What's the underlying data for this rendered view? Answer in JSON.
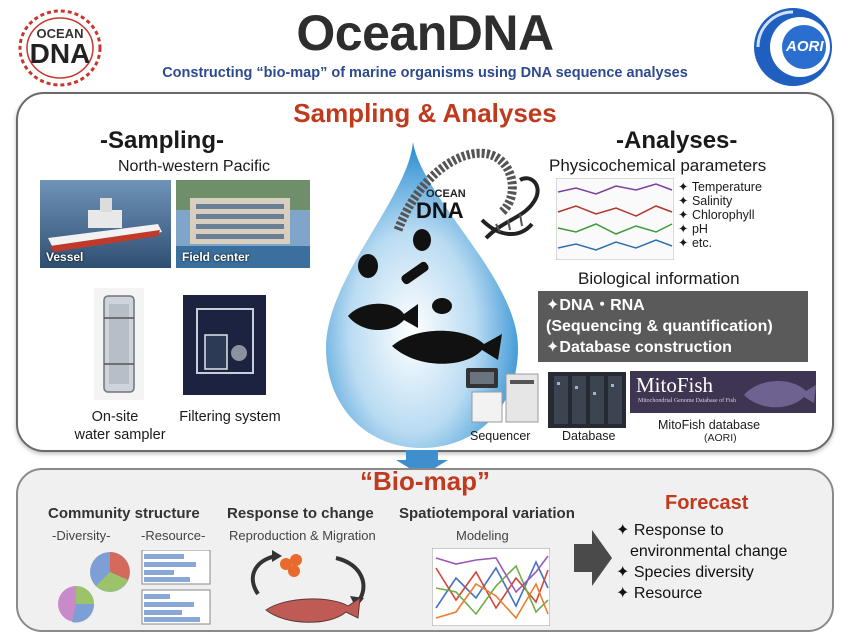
{
  "header": {
    "title": "OceanDNA",
    "subtitle": "Constructing “bio-map” of marine organisms using DNA sequence analyses",
    "logo_left_line1": "OCEAN",
    "logo_left_line2": "DNA",
    "logo_right": "AORI"
  },
  "sampling_panel": {
    "title": "Sampling & Analyses",
    "sampling": {
      "heading": "-Sampling-",
      "region": "North-western Pacific",
      "photo_vessel": "Vessel",
      "photo_field_center": "Field center",
      "sampler_line1": "On-site",
      "sampler_line2": "water sampler",
      "filtering": "Filtering system"
    },
    "drop_logo_line1": "OCEAN",
    "drop_logo_line2": "DNA",
    "analyses": {
      "heading": "-Analyses-",
      "physico_title": "Physicochemical parameters",
      "physico_items": [
        "✦ Temperature",
        "✦ Salinity",
        "✦ Chlorophyll",
        "✦ pH",
        "✦ etc."
      ],
      "bio_title": "Biological information",
      "bio_items": [
        "✦DNA・RNA",
        "(Sequencing & quantification)",
        "✦Database construction"
      ],
      "sequencer": "Sequencer",
      "database": "Database",
      "mitofish_logo": "MitoFish",
      "mitofish_logo_sub": "Mitochondrial Genome Database of Fish",
      "mitofish_line1": "MitoFish database",
      "mitofish_line2": "(AORI)"
    }
  },
  "biomap_panel": {
    "title": "“Bio-map”",
    "community": {
      "title": "Community structure",
      "diversity": "-Diversity-",
      "resource": "-Resource-"
    },
    "response": {
      "title": "Response to change",
      "sub": "Reproduction & Migration"
    },
    "spatiotemporal": {
      "title": "Spatiotemporal variation",
      "sub": "Modeling"
    },
    "forecast": {
      "title": "Forecast",
      "items": [
        "✦ Response to",
        "environmental change",
        "✦ Species diversity",
        "✦ Resource"
      ]
    }
  }
}
